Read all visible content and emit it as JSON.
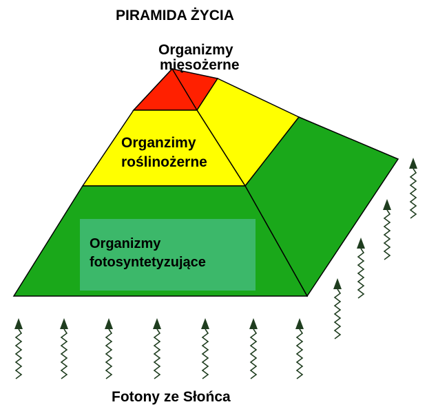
{
  "diagram": {
    "title": "PIRAMIDA ŻYCIA",
    "levels": [
      {
        "id": "carnivores",
        "line1": "Organizmy",
        "line2": "mięsożerne",
        "color": "#ff2000"
      },
      {
        "id": "herbivores",
        "line1": "Organzimy",
        "line2": "roślinożerne",
        "color": "#ffff00"
      },
      {
        "id": "producers",
        "line1": "Organizmy",
        "line2": "fotosyntetyzujące",
        "color": "#1aa81a"
      }
    ],
    "footer": "Fotony ze Słońca",
    "colors": {
      "outline": "#000000",
      "side_green": "#1aa81a",
      "side_yellow": "#ffff00",
      "inner_box": "#3cb86a",
      "arrow": "#1f3d1f"
    }
  }
}
